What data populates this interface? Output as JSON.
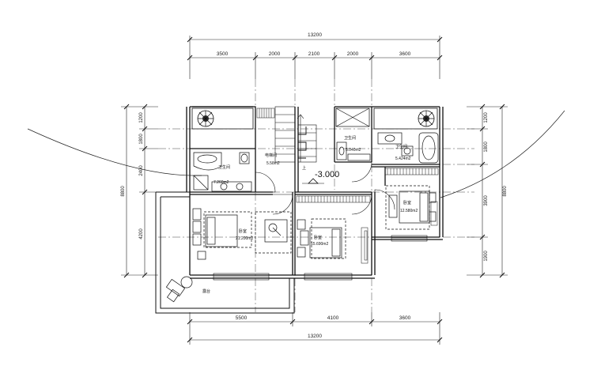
{
  "dimensions": {
    "top_total": "13200",
    "top_segments": [
      "3500",
      "2000",
      "2100",
      "2000",
      "3600"
    ],
    "bottom_segments": [
      "5500",
      "4100",
      "3600"
    ],
    "bottom_total": "13200",
    "left_segments": [
      "1200",
      "1800",
      "2400",
      "4200"
    ],
    "left_total": "8800",
    "right_segments": [
      "1200",
      "1800",
      "3900",
      "1900"
    ],
    "right_total": "8800"
  },
  "rooms": {
    "stair_label": "上",
    "level_mark": "-3.000",
    "bath_left_label": "卫生间",
    "bath_left_area": "7.260m2",
    "equipment_label": "电梯间",
    "equipment_area": "5.58m2",
    "bath_mid_label": "卫生间",
    "bath_mid_area": "5.040m2",
    "bath_right_label": "卫生间",
    "bath_right_area": "5.424m2",
    "bed_left_label": "卧室",
    "bed_left_area": "21.200m2",
    "bed_mid_label": "卧室",
    "bed_mid_area": "15.690m2",
    "bed_right_label": "卧室",
    "bed_right_area": "12.580m2",
    "terrace_label": "露台"
  }
}
